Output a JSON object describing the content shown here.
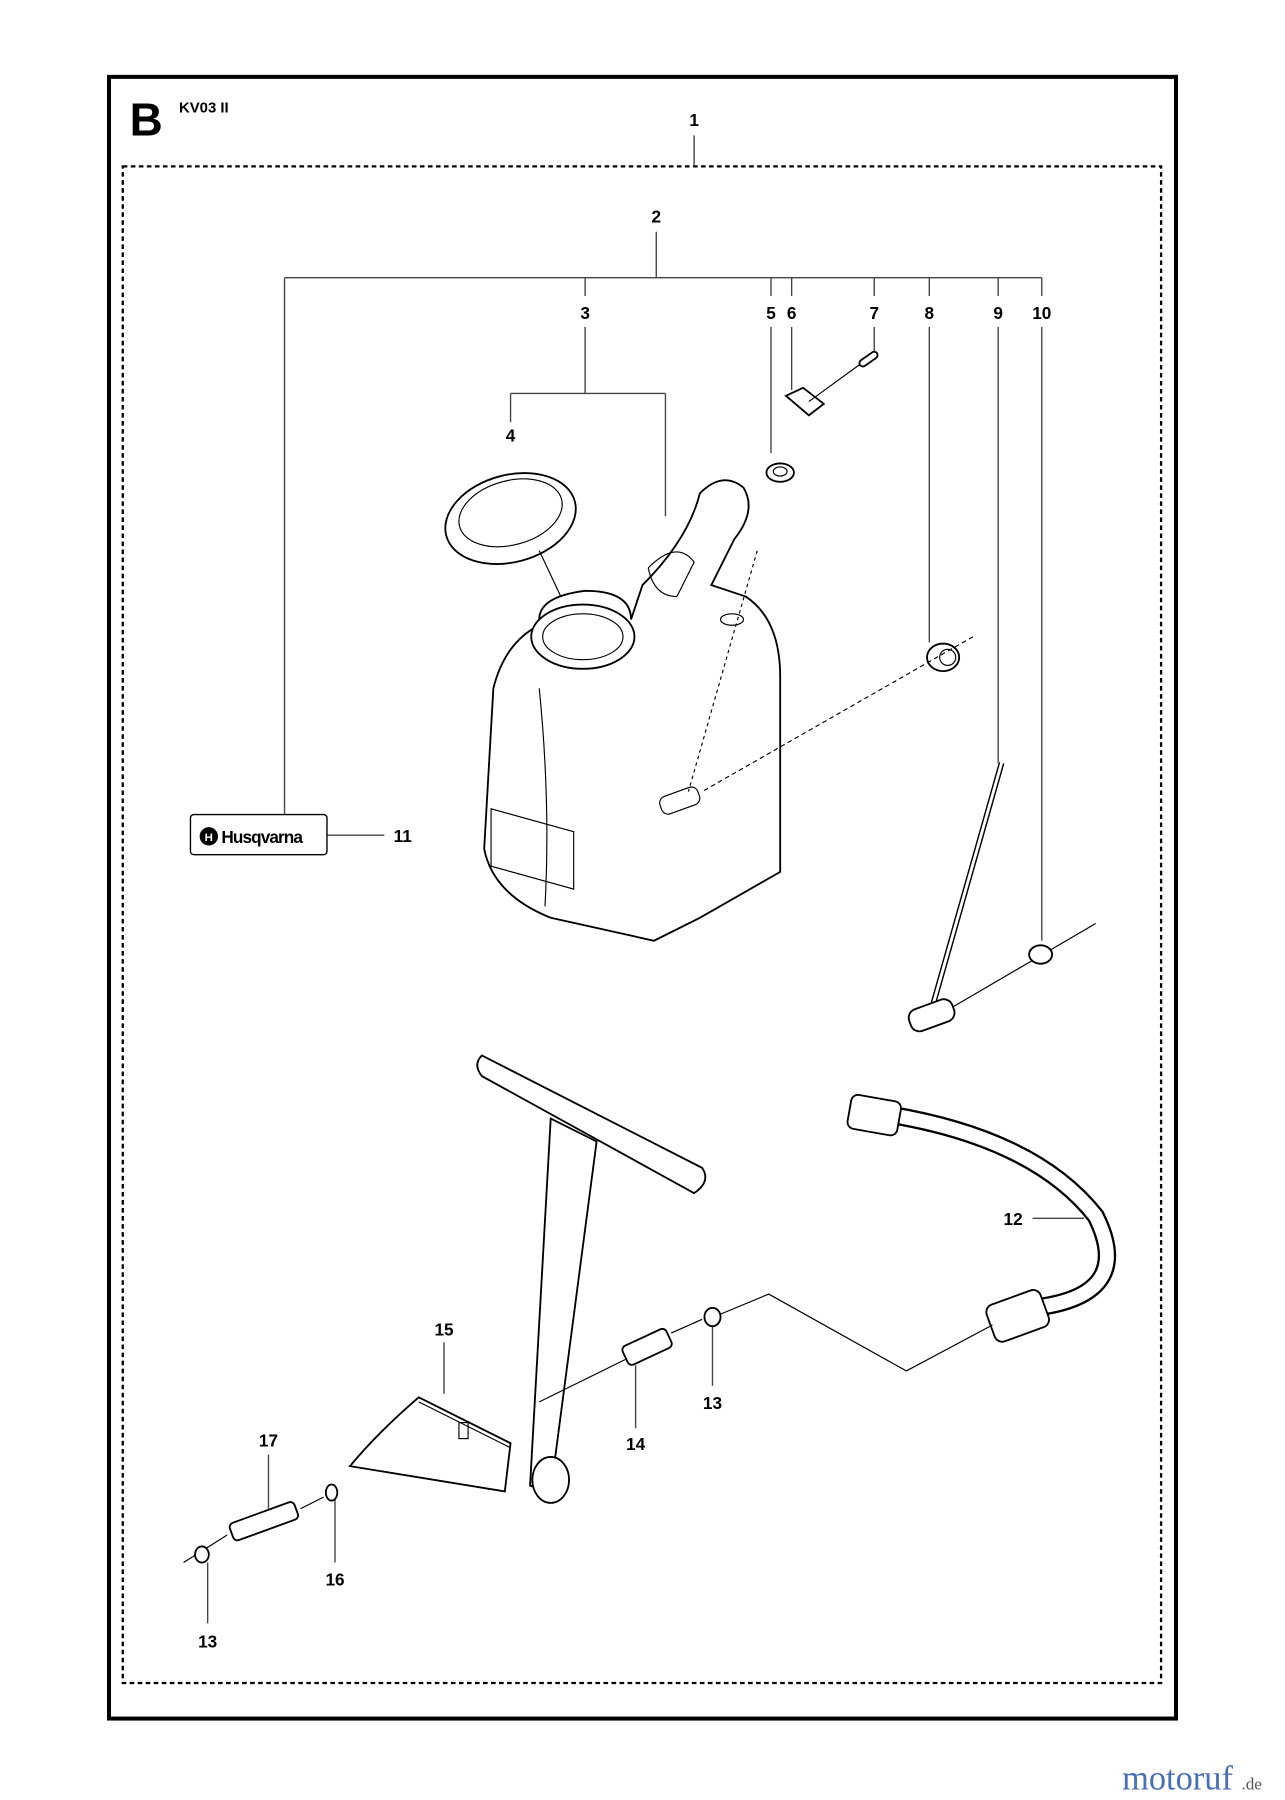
{
  "diagram": {
    "section_letter": "B",
    "model": "KV03 II",
    "brand_logo_text": "Husqvarna",
    "watermark": {
      "main": "motoruf",
      "suffix": ".de",
      "colors": [
        "#4a6fb5",
        "#3a9b3a",
        "#e0609a",
        "#3a9b3a",
        "#e05a2a",
        "#f0a020",
        "#e8c020"
      ]
    },
    "callouts": {
      "c1": "1",
      "c2": "2",
      "c3": "3",
      "c4": "4",
      "c5": "5",
      "c6": "6",
      "c7": "7",
      "c8": "8",
      "c9": "9",
      "c10": "10",
      "c11": "11",
      "c12": "12",
      "c13a": "13",
      "c13b": "13",
      "c14": "14",
      "c15": "15",
      "c16": "16",
      "c17": "17"
    }
  }
}
